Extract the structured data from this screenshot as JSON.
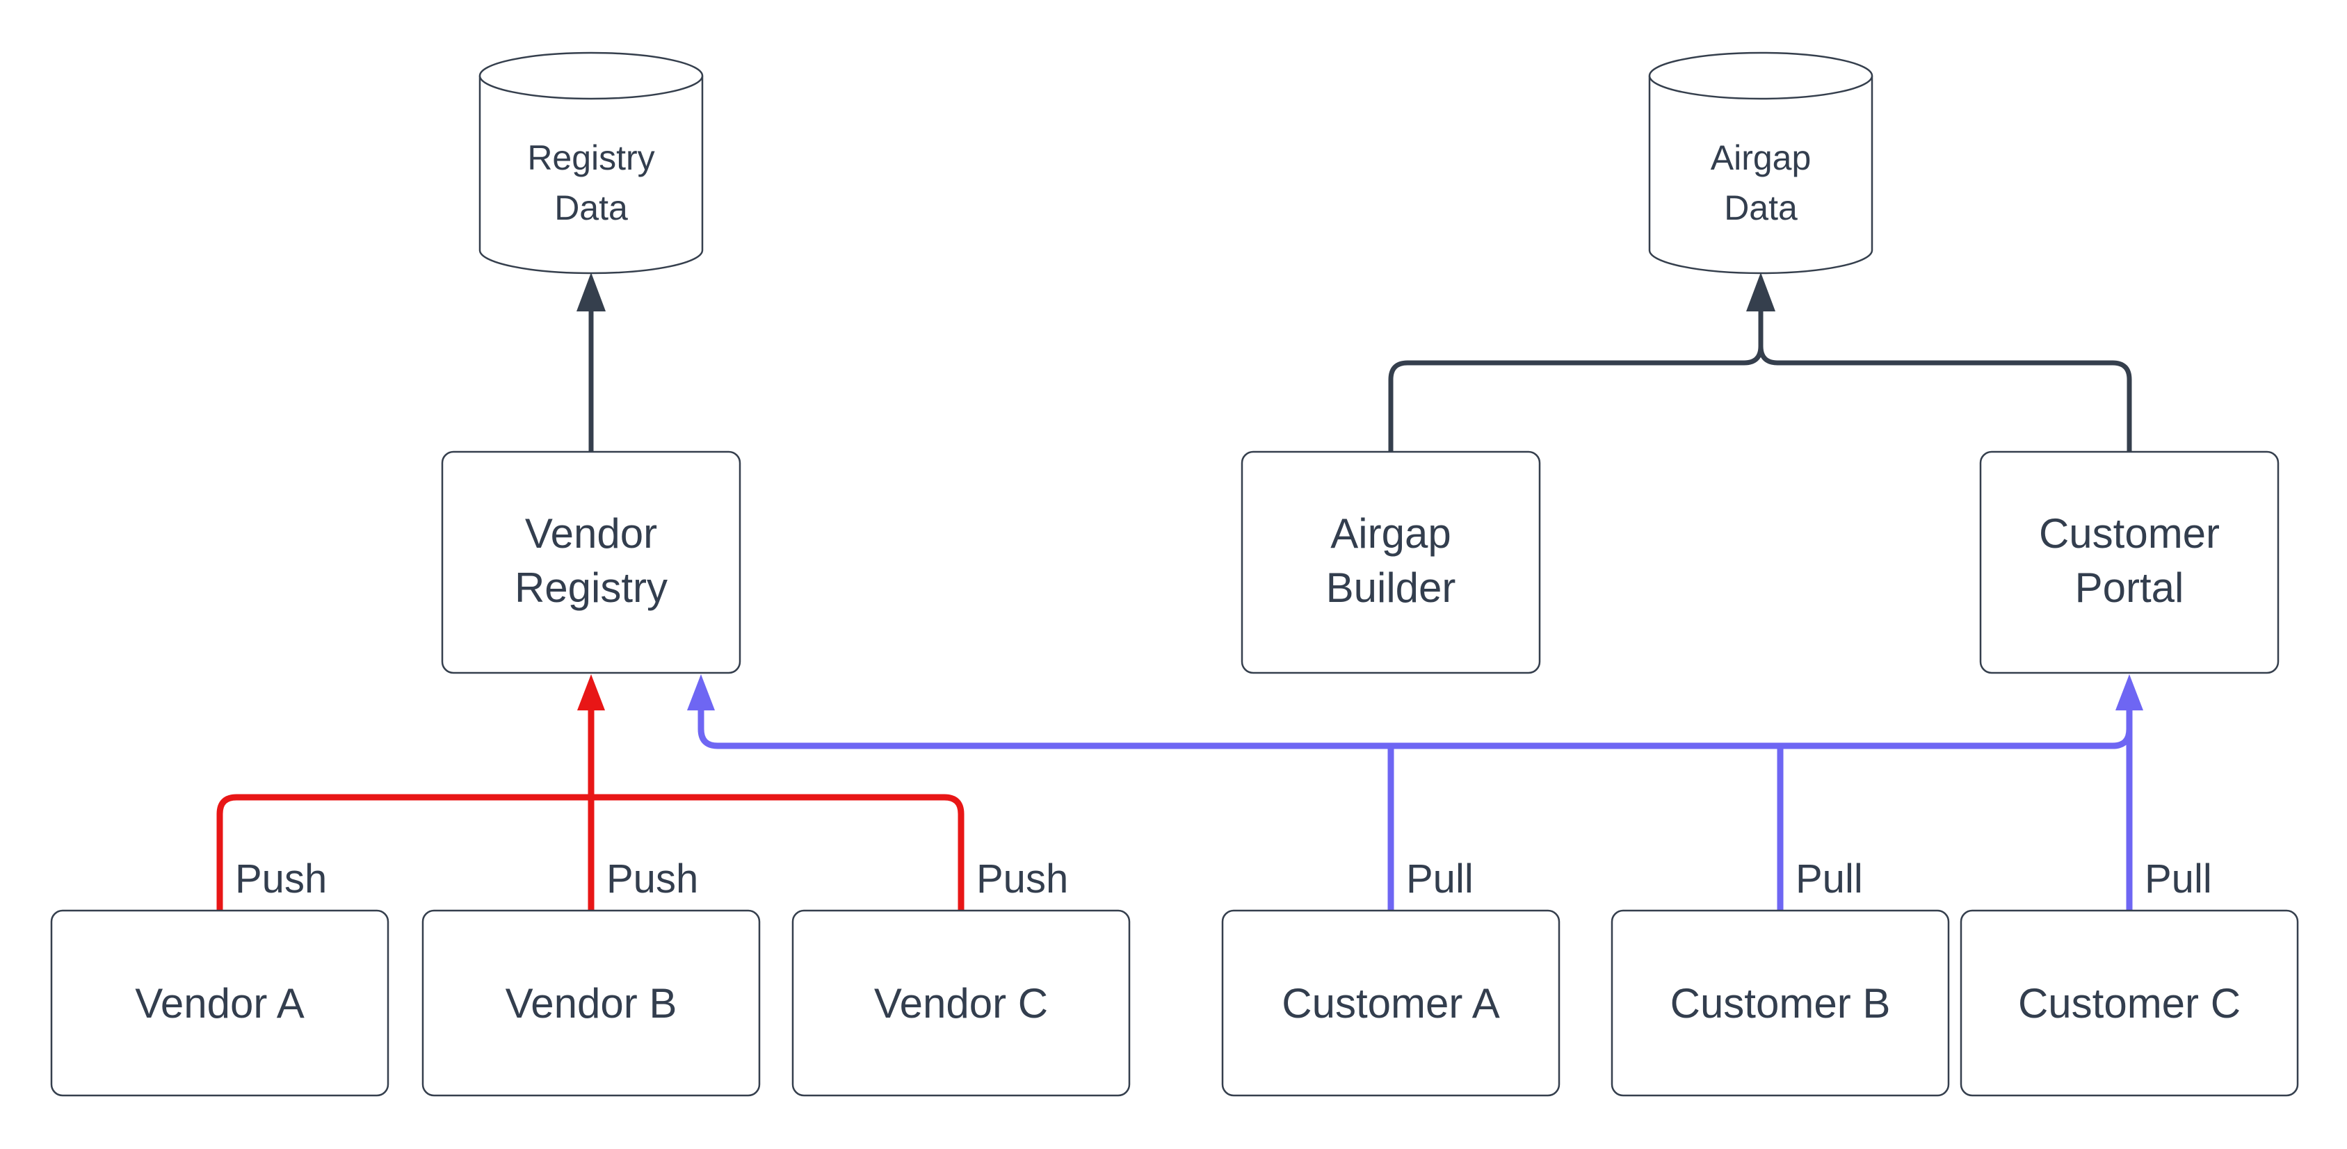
{
  "diagram": {
    "type": "flowchart",
    "colors": {
      "push_edge": "#e81616",
      "pull_edge": "#6e66f3",
      "neutral_edge": "#353f4d",
      "node_border": "#353f4d",
      "node_fill": "#ffffff",
      "text": "#333e4e",
      "background": "#ffffff"
    },
    "datastores": {
      "registry_data": {
        "line1": "Registry",
        "line2": "Data"
      },
      "airgap_data": {
        "line1": "Airgap",
        "line2": "Data"
      }
    },
    "services": {
      "vendor_registry": {
        "line1": "Vendor",
        "line2": "Registry"
      },
      "airgap_builder": {
        "line1": "Airgap",
        "line2": "Builder"
      },
      "customer_portal": {
        "line1": "Customer",
        "line2": "Portal"
      }
    },
    "vendors": [
      {
        "label": "Vendor A"
      },
      {
        "label": "Vendor B"
      },
      {
        "label": "Vendor C"
      }
    ],
    "customers": [
      {
        "label": "Customer A"
      },
      {
        "label": "Customer B"
      },
      {
        "label": "Customer C"
      }
    ],
    "edge_labels": {
      "push": [
        "Push",
        "Push",
        "Push"
      ],
      "pull": [
        "Pull",
        "Pull",
        "Pull"
      ]
    },
    "edges": [
      {
        "from": "Vendor Registry",
        "to": "Registry Data",
        "label": "",
        "color": "#353f4d"
      },
      {
        "from": "Airgap Builder",
        "to": "Airgap Data",
        "label": "",
        "color": "#353f4d"
      },
      {
        "from": "Customer Portal",
        "to": "Airgap Data",
        "label": "",
        "color": "#353f4d"
      },
      {
        "from": "Vendor A",
        "to": "Vendor Registry",
        "label": "Push",
        "color": "#e81616"
      },
      {
        "from": "Vendor B",
        "to": "Vendor Registry",
        "label": "Push",
        "color": "#e81616"
      },
      {
        "from": "Vendor C",
        "to": "Vendor Registry",
        "label": "Push",
        "color": "#e81616"
      },
      {
        "from": "Customer A",
        "to": "Vendor Registry",
        "label": "Pull",
        "color": "#6e66f3"
      },
      {
        "from": "Customer B",
        "to": "Vendor Registry",
        "label": "Pull",
        "color": "#6e66f3"
      },
      {
        "from": "Customer C",
        "to": "Customer Portal",
        "label": "Pull",
        "color": "#6e66f3"
      }
    ]
  }
}
